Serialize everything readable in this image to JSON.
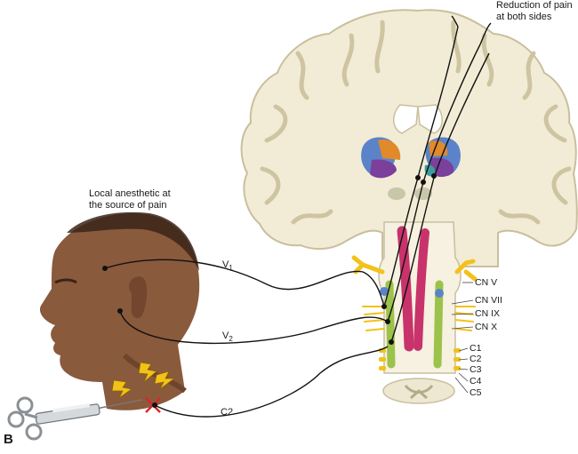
{
  "figure": {
    "panel_letter": "B",
    "annotation_top_right": [
      "Reduction of pain",
      "at both sides"
    ],
    "annotation_left": [
      "Local anesthetic at",
      "the source of pain"
    ],
    "nerve_labels": [
      {
        "letter": "V",
        "sub": "1"
      },
      {
        "letter": "V",
        "sub": "2"
      },
      {
        "letter": "C2",
        "sub": ""
      }
    ],
    "cranial_nerves": [
      "CN V",
      "CN VII",
      "CN IX",
      "CN X"
    ],
    "cervical_roots": [
      "C1",
      "C2",
      "C3",
      "C4",
      "C5"
    ]
  },
  "colors": {
    "brain_fill": "#f2ecd6",
    "brain_edge": "#c9bf9d",
    "skin": "#8a5a3c",
    "nerve_line": "#111111",
    "tract_magenta": "#c8336b",
    "tract_green": "#9cc24a",
    "nucleus_yellow": "#f3c21a",
    "nucleus_blue": "#5b83c9",
    "thalamus_purple": "#7b3f9c",
    "thalamus_orange": "#e08a2c",
    "thalamus_teal": "#3f9aa1"
  }
}
